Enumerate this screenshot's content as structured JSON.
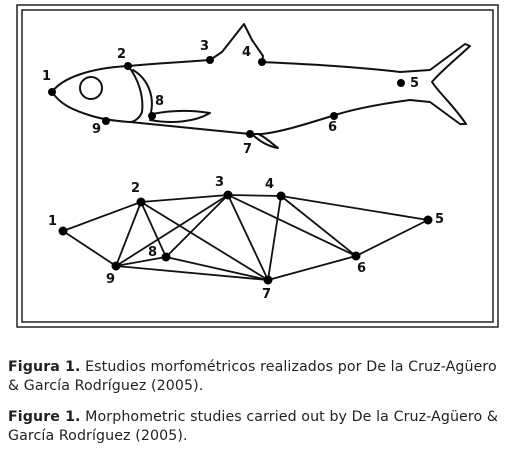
{
  "landmark_labels": [
    "1",
    "2",
    "3",
    "4",
    "5",
    "6",
    "7",
    "8",
    "9"
  ],
  "captions": [
    {
      "label": "Figura 1.",
      "text": "Estudios morfométricos realizados por De la Cruz-Agüero & García Rodríguez (2005)."
    },
    {
      "label": "Figure 1.",
      "text": "Morphometric studies carried out by De la Cruz-Agüero & García Rodríguez (2005)."
    }
  ],
  "truss_edges": [
    [
      "1",
      "2"
    ],
    [
      "1",
      "9"
    ],
    [
      "2",
      "3"
    ],
    [
      "2",
      "9"
    ],
    [
      "2",
      "8"
    ],
    [
      "2",
      "7"
    ],
    [
      "3",
      "4"
    ],
    [
      "3",
      "9"
    ],
    [
      "3",
      "8"
    ],
    [
      "3",
      "7"
    ],
    [
      "4",
      "5"
    ],
    [
      "4",
      "7"
    ],
    [
      "4",
      "6"
    ],
    [
      "5",
      "6"
    ],
    [
      "6",
      "7"
    ],
    [
      "6",
      "3"
    ],
    [
      "7",
      "8"
    ],
    [
      "7",
      "9"
    ],
    [
      "8",
      "9"
    ]
  ]
}
